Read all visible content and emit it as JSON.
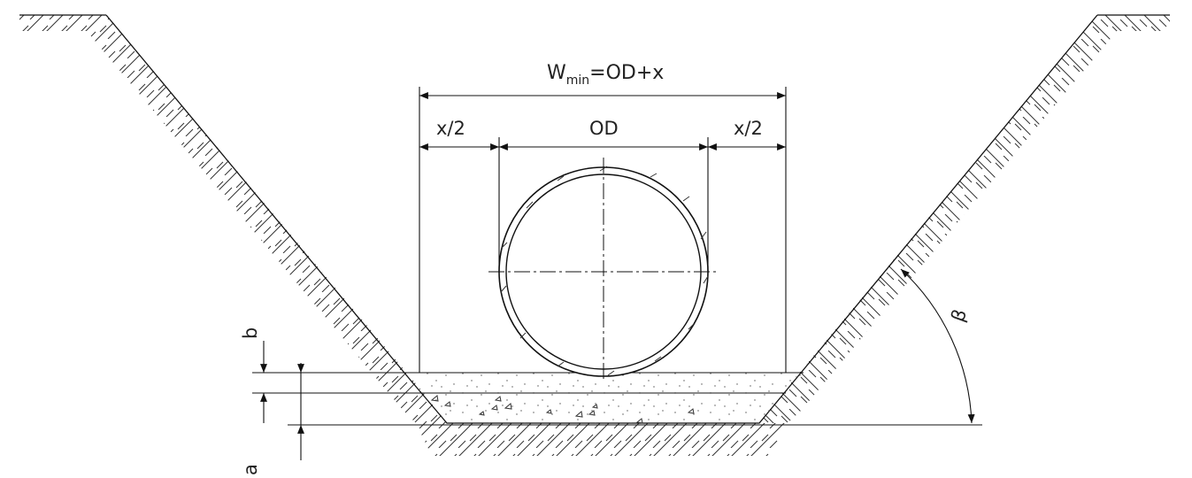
{
  "width_label": {
    "main": "W",
    "sub": "min",
    "rest": "=OD+x"
  },
  "half_clearance_left": "x/2",
  "outer_diameter": "OD",
  "half_clearance_right": "x/2",
  "bedding_layer_b": "b",
  "bedding_layer_a": "a",
  "trench_angle": "β",
  "colors": {
    "line": "#111111",
    "hatch": "#333333"
  }
}
